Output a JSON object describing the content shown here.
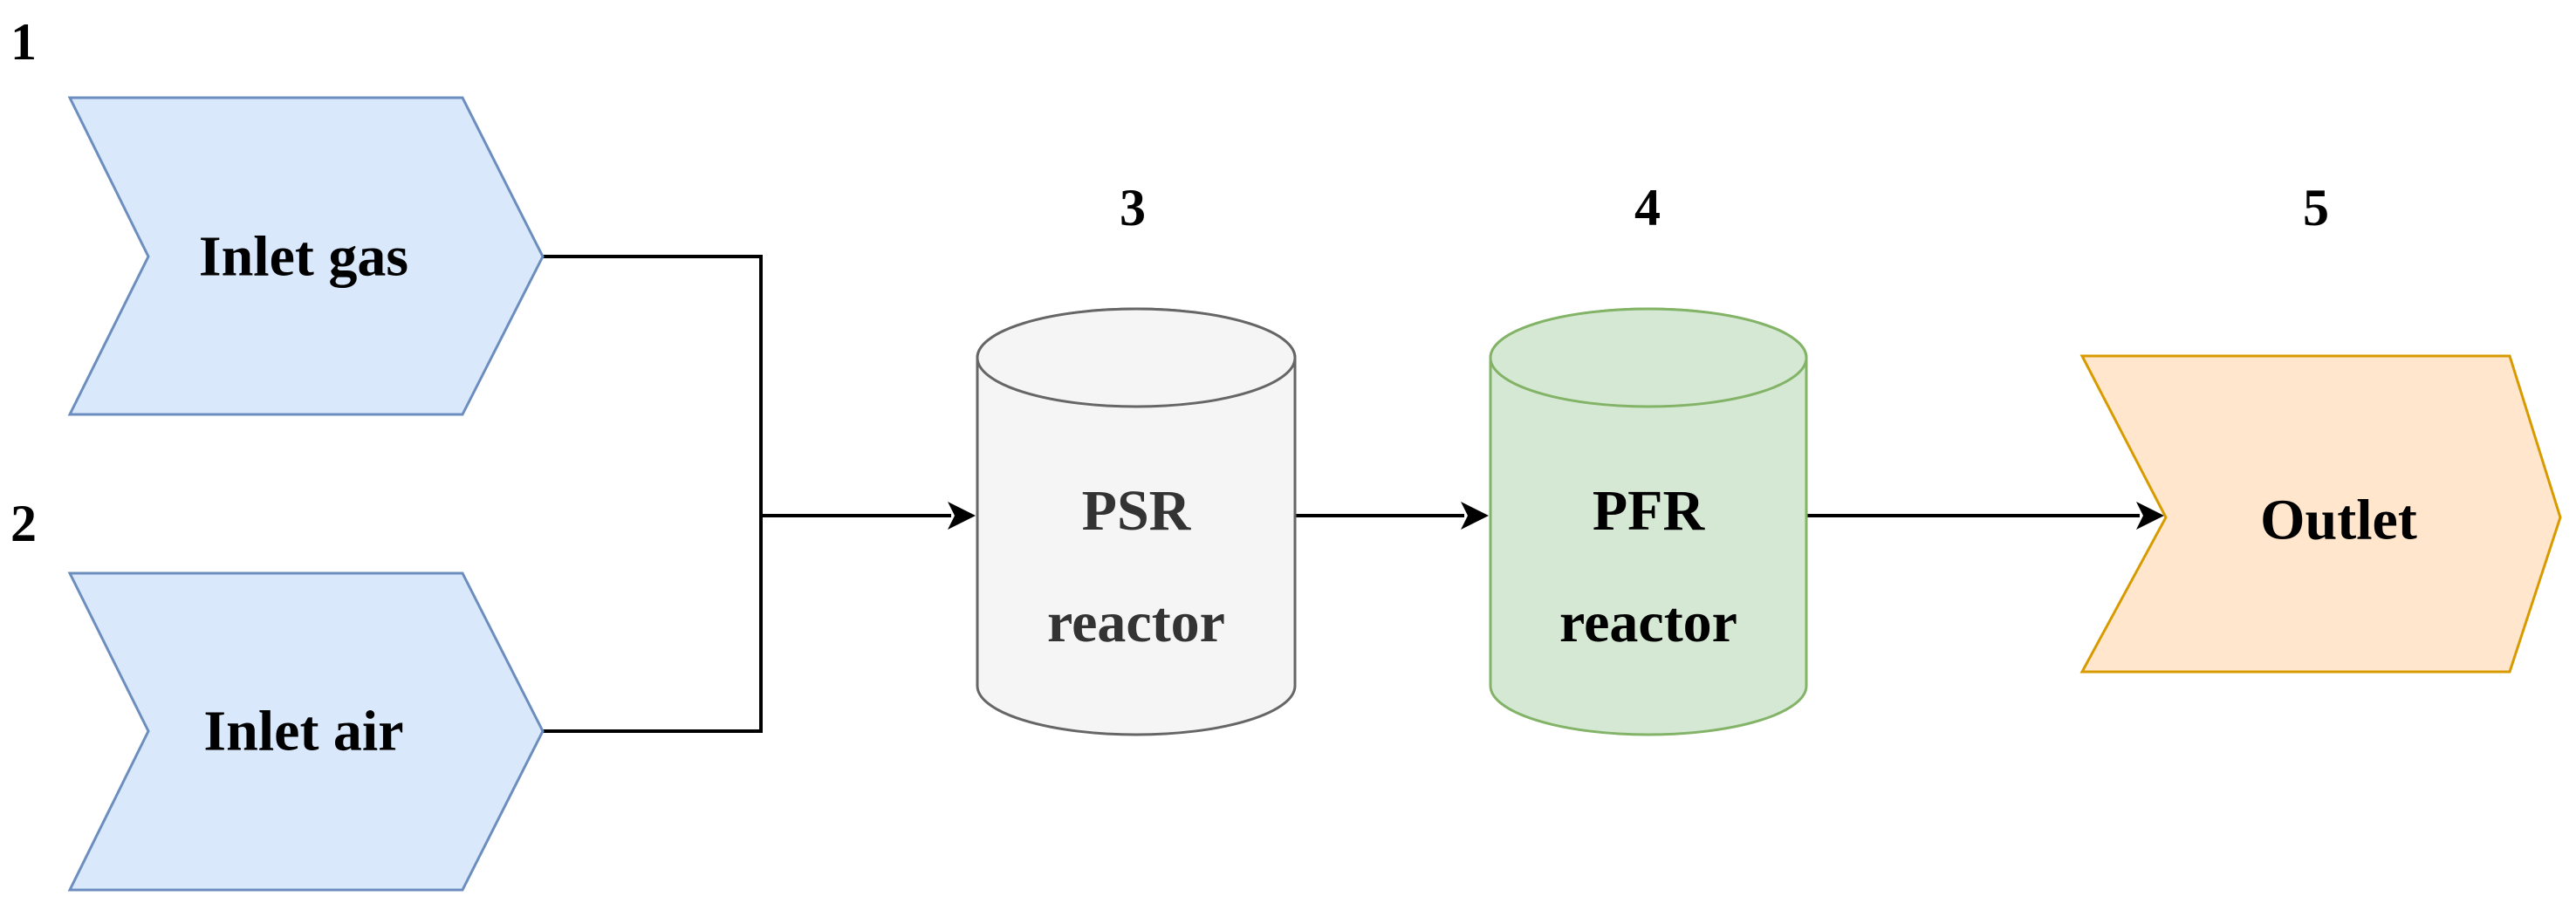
{
  "steps": {
    "inlet_gas": {
      "number": "1",
      "label": "Inlet gas"
    },
    "inlet_air": {
      "number": "2",
      "label": "Inlet air"
    },
    "psr": {
      "number": "3",
      "label_line1": "PSR",
      "label_line2": "reactor"
    },
    "pfr": {
      "number": "4",
      "label_line1": "PFR",
      "label_line2": "reactor"
    },
    "outlet": {
      "number": "5",
      "label": "Outlet"
    }
  },
  "colors": {
    "inlet_fill": "#dae8fc",
    "inlet_stroke": "#6c8ebf",
    "psr_fill": "#f5f5f5",
    "psr_stroke": "#666666",
    "psr_text": "#333333",
    "pfr_fill": "#d5e8d4",
    "pfr_stroke": "#82b366",
    "outlet_fill": "#ffe6cc",
    "outlet_stroke": "#d79b00",
    "connector": "#000000"
  }
}
